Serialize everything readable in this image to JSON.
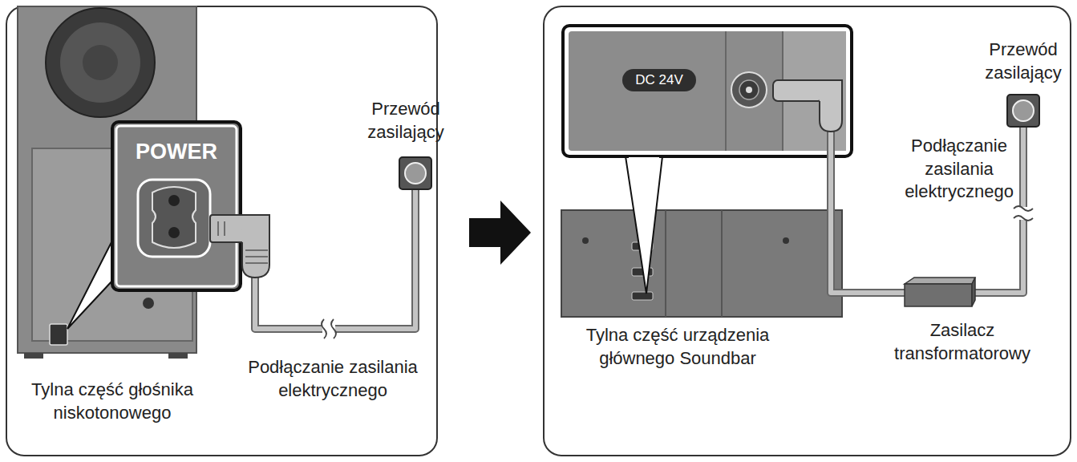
{
  "diagram": {
    "nodes": [
      {
        "text": [
          "POWER"
        ]
      },
      {
        "text": [
          "DC 24V"
        ]
      }
    ],
    "labels": [
      "Przewód zasilający",
      "Podłączanie zasilania elektrycznego",
      "Tylna część głośnika niskotonowego",
      "Przewód zasilający",
      "Podłączanie zasilania elektrycznego",
      "Zasilacz transformatorowy",
      "Tylna część urządzenia głównego Soundbar"
    ]
  }
}
